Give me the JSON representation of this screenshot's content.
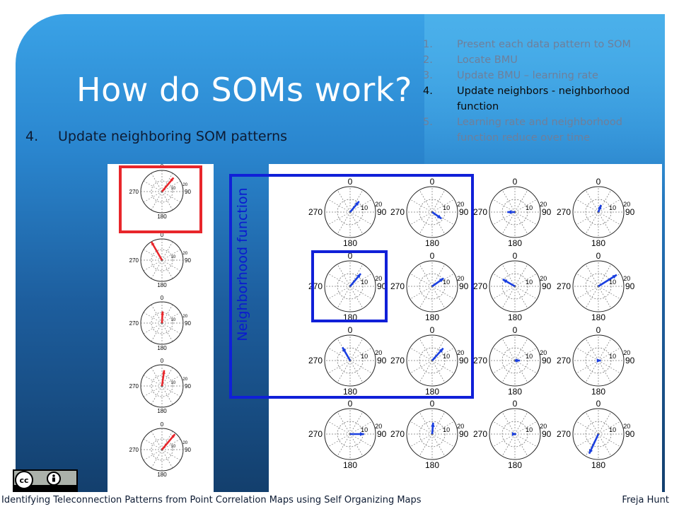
{
  "slide": {
    "title": "How do SOMs work?",
    "subtitle_number": "4.",
    "subtitle_text": "Update neighboring SOM patterns",
    "steps": [
      {
        "n": "1.",
        "text": "Present each data pattern to SOM",
        "active": false
      },
      {
        "n": "2.",
        "text": "Locate BMU",
        "active": false
      },
      {
        "n": "3.",
        "text": "Update BMU – learning rate",
        "active": false
      },
      {
        "n": "4.",
        "text": "Update neighbors - neighborhood function",
        "active": true
      },
      {
        "n": "5.",
        "text": "Learning rate and neighborhood function reduce over time",
        "active": false
      }
    ],
    "neighborhood_label": "Neighborhood function"
  },
  "polar_labels": {
    "top": "0",
    "left": "270",
    "right": "90",
    "bottom": "180",
    "r1": "10",
    "r2": "20"
  },
  "input_patterns": [
    {
      "angle": 40,
      "mag": 0.85
    },
    {
      "angle": 330,
      "mag": 1.0
    },
    {
      "angle": 3,
      "mag": 0.55
    },
    {
      "angle": 8,
      "mag": 0.75
    },
    {
      "angle": 40,
      "mag": 0.95
    }
  ],
  "som_grid": [
    [
      {
        "angle": 40,
        "mag": 0.55
      },
      {
        "angle": 125,
        "mag": 0.45
      },
      {
        "angle": 270,
        "mag": 0.3
      },
      {
        "angle": 20,
        "mag": 0.3
      }
    ],
    [
      {
        "angle": 40,
        "mag": 0.65
      },
      {
        "angle": 55,
        "mag": 0.55
      },
      {
        "angle": 300,
        "mag": 0.55
      },
      {
        "angle": 58,
        "mag": 0.85
      }
    ],
    [
      {
        "angle": 330,
        "mag": 0.6
      },
      {
        "angle": 42,
        "mag": 0.65
      },
      {
        "angle": 90,
        "mag": 0.2
      },
      {
        "angle": 90,
        "mag": 0.1
      }
    ],
    [
      {
        "angle": 90,
        "mag": 0.55
      },
      {
        "angle": 5,
        "mag": 0.45
      },
      {
        "angle": 90,
        "mag": 0.05
      },
      {
        "angle": 205,
        "mag": 0.85
      }
    ]
  ],
  "footer": {
    "left_text": "Identifying Teleconnection Patterns from Point Correlation Maps using Self Organizing Maps",
    "author": "Freja Hunt"
  },
  "license_badge": {
    "icon": "creative-commons-by-icon"
  },
  "colors": {
    "input_arrow": "#e8262b",
    "som_arrow": "#1a3fe0",
    "accent_blue": "#1020d8",
    "accent_red": "#e8262b"
  }
}
